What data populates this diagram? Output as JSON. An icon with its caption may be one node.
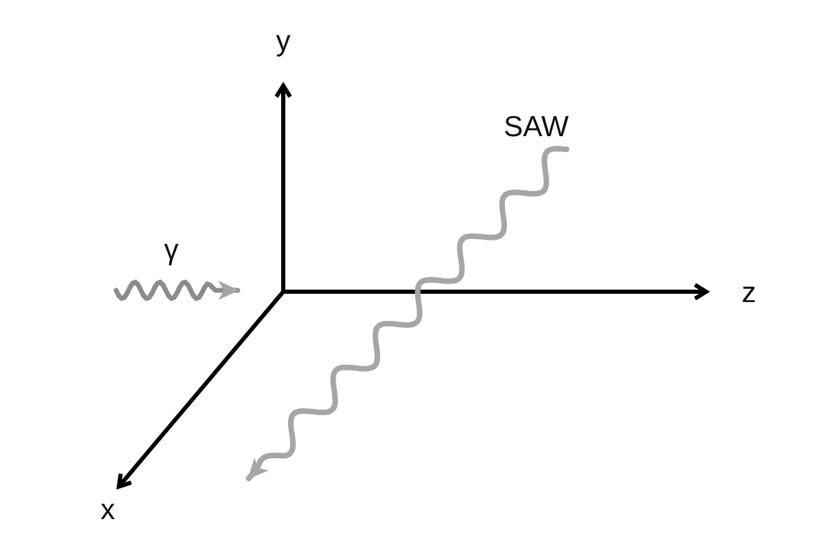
{
  "diagram": {
    "labels": [
      "y",
      "SAW",
      "γ",
      "z",
      "x"
    ]
  }
}
